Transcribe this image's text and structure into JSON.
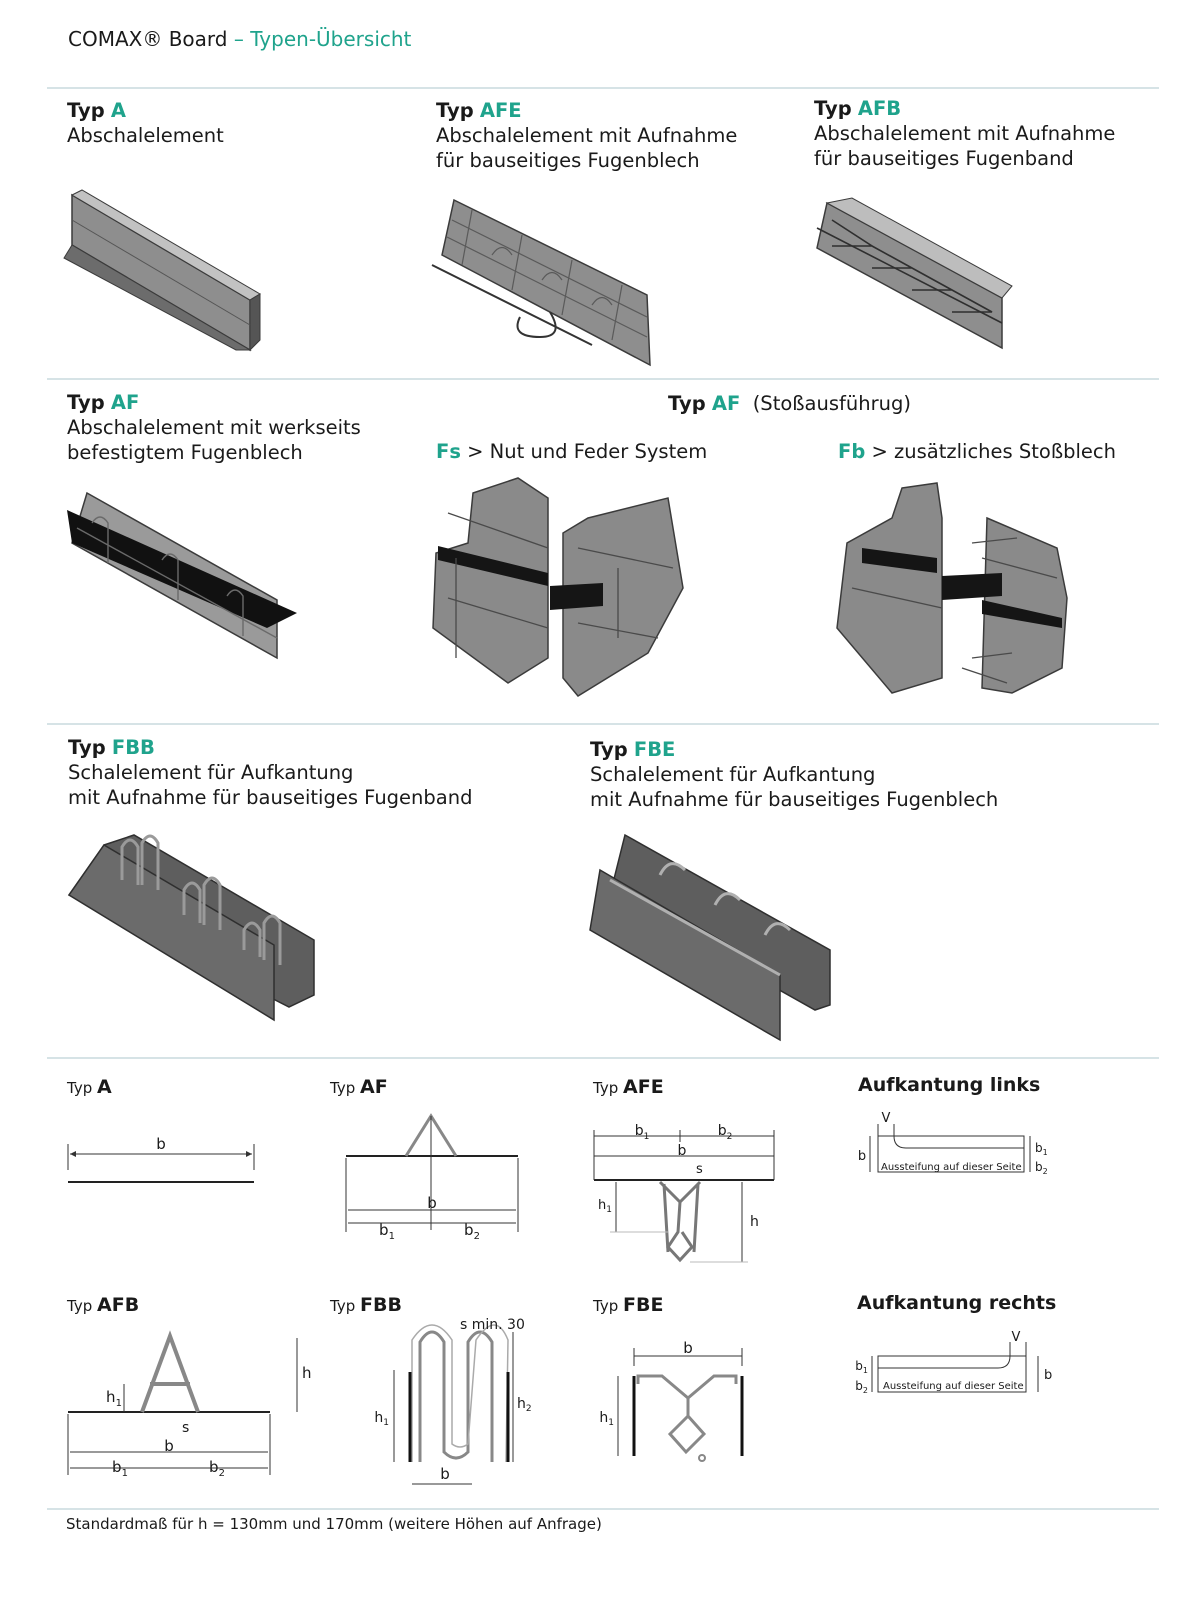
{
  "header": {
    "brand": "COMAX® Board",
    "dash": "–",
    "subtitle": "Typen-Übersicht"
  },
  "typ_word": "Typ",
  "products": [
    {
      "code": "A",
      "lines": [
        "Abschalelement"
      ]
    },
    {
      "code": "AFE",
      "lines": [
        "Abschalelement mit Aufnahme",
        "für bauseitiges Fugenblech"
      ]
    },
    {
      "code": "AFB",
      "lines": [
        "Abschalelement mit Aufnahme",
        "für bauseitiges Fugenband"
      ]
    },
    {
      "code": "AF",
      "lines": [
        "Abschalelement mit werkseits",
        "befestigtem Fugenblech"
      ]
    },
    {
      "code": "FBB",
      "lines": [
        "Schalelement für Aufkantung",
        "mit Aufnahme für bauseitiges Fugenband"
      ]
    },
    {
      "code": "FBE",
      "lines": [
        "Schalelement für Aufkantung",
        "mit Aufnahme für bauseitiges Fugenblech"
      ]
    }
  ],
  "joint": {
    "code": "AF",
    "suffix": "(Stoßausführug)",
    "fs": {
      "code": "Fs",
      "text": "> Nut und Feder System"
    },
    "fb": {
      "code": "Fb",
      "text": "> zusätzliches Stoßblech"
    }
  },
  "diagrams": {
    "a": {
      "code": "A"
    },
    "af": {
      "code": "AF"
    },
    "afe": {
      "code": "AFE"
    },
    "afb": {
      "code": "AFB"
    },
    "fbb": {
      "code": "FBB",
      "s_label": "s min. 30"
    },
    "fbe": {
      "code": "FBE"
    },
    "links": {
      "title": "Aufkantung links",
      "note": "Aussteifung auf dieser Seite"
    },
    "rechts": {
      "title": "Aufkantung rechts",
      "note": "Aussteifung auf dieser Seite"
    }
  },
  "labels": {
    "b": "b",
    "b1": "b",
    "b2": "b",
    "sub1": "1",
    "sub2": "2",
    "h": "h",
    "h1": "h",
    "h2": "h",
    "s": "s",
    "v": "V"
  },
  "footer": "Standardmaß für h = 130mm und 170mm (weitere Höhen auf Anfrage)",
  "colors": {
    "accent": "#1fa38c",
    "rule": "#d6e3e6",
    "metal": "#8e8e8e",
    "metal_dark": "#4a4a4a",
    "band": "#111111"
  }
}
